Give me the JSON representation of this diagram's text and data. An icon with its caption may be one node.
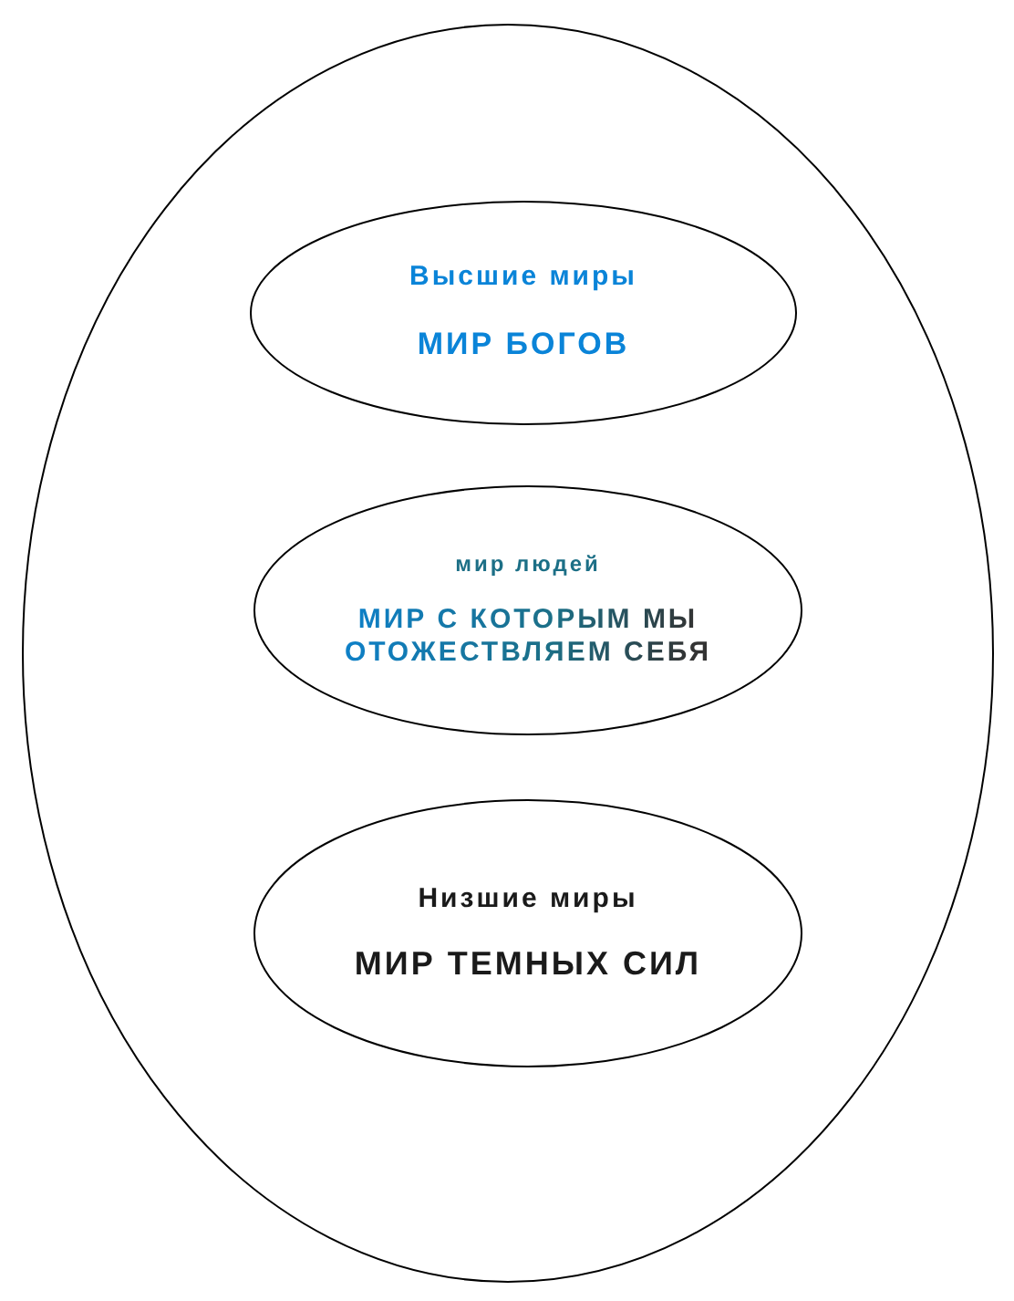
{
  "diagram": {
    "nodes": [
      {
        "text": [],
        "shape": "ellipse"
      },
      {
        "text": [
          "Высшие миры",
          "МИР БОГОВ"
        ],
        "in": 0
      },
      {
        "text": [
          "мир людей",
          "МИР С КОТОРЫМ МЫ ОТОЖЕСТВЛЯЕМ СЕБЯ"
        ],
        "in": 0
      },
      {
        "text": [
          "Низшие миры",
          "МИР ТЕМНЫХ СИЛ"
        ],
        "in": 0
      }
    ]
  }
}
